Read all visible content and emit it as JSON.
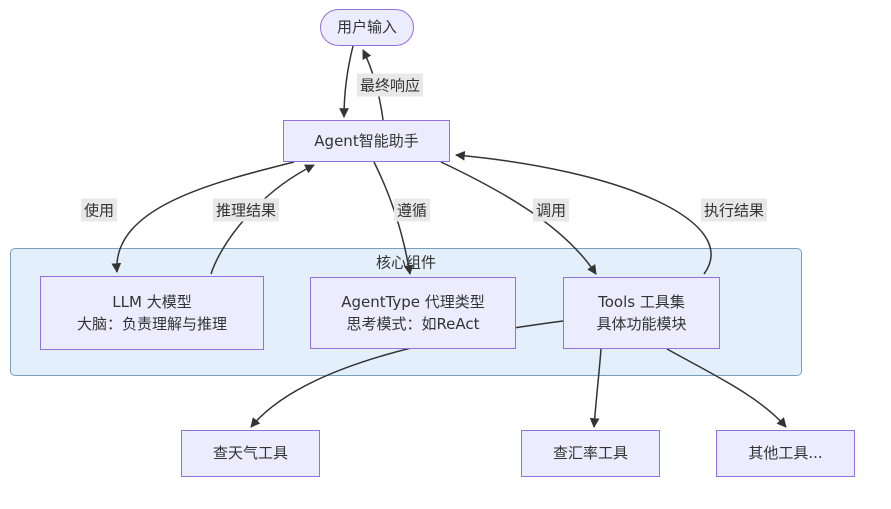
{
  "diagram": {
    "cluster": {
      "label": "核心组件"
    },
    "nodes": {
      "user_input": {
        "label": "用户输入"
      },
      "agent": {
        "label": "Agent智能助手"
      },
      "llm": {
        "line1": "LLM 大模型",
        "line2": "大脑：负责理解与推理"
      },
      "agent_type": {
        "line1": "AgentType 代理类型",
        "line2": "思考模式：如ReAct"
      },
      "tools": {
        "line1": "Tools 工具集",
        "line2": "具体功能模块"
      },
      "weather_tool": {
        "label": "查天气工具"
      },
      "exchange_tool": {
        "label": "查汇率工具"
      },
      "other_tools": {
        "label": "其他工具..."
      }
    },
    "edge_labels": {
      "final_response": "最终响应",
      "use": "使用",
      "reasoning_result": "推理结果",
      "follow": "遵循",
      "call": "调用",
      "execution_result": "执行结果"
    },
    "colors": {
      "node_fill": "#ECECFF",
      "node_border": "#9370DB",
      "cluster_fill": "#E3F0FB",
      "cluster_border": "#7A9FBE",
      "edge_label_bg": "#E8E8E8",
      "arrow": "#333333"
    }
  }
}
